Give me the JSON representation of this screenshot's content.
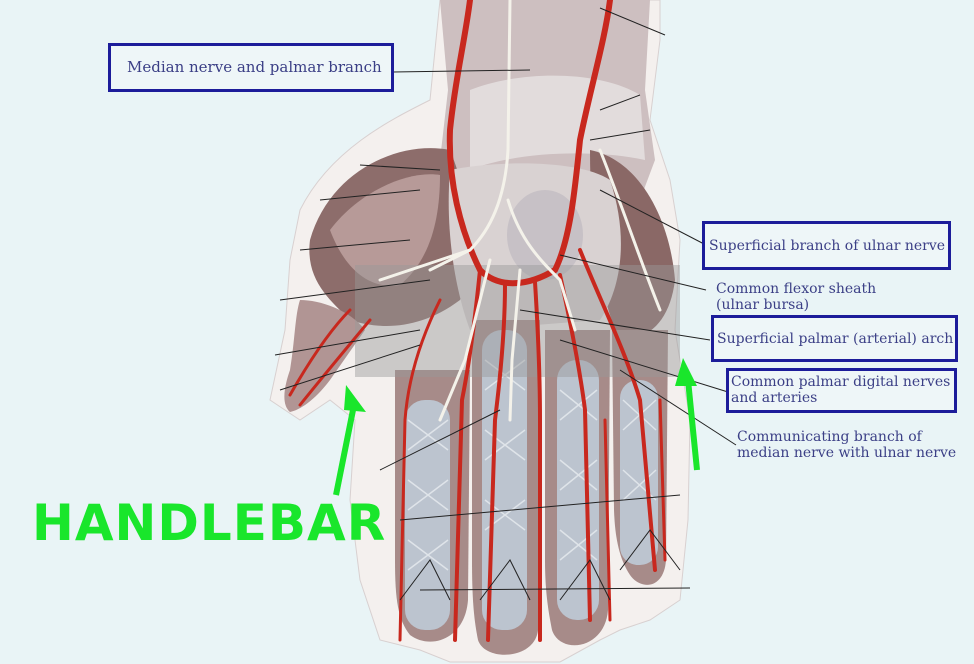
{
  "labels": {
    "median_nerve": "Median nerve and palmar branch",
    "superficial_ulnar": "Superficial branch of ulnar nerve",
    "flexor_sheath_1": "Common flexor sheath",
    "flexor_sheath_2": "(ulnar bursa)",
    "palmar_arch": "Superficial palmar (arterial) arch",
    "digital_nerves_1": "Common palmar digital nerves",
    "digital_nerves_2": "and arteries",
    "communicating_1": "Communicating branch of",
    "communicating_2": "median nerve with ulnar nerve"
  },
  "annotation": {
    "text": "HANDLEBAR",
    "color": "#19e62b"
  },
  "colors": {
    "box_border": "#1c1c9a",
    "label_text": "#3b3f86",
    "artery": "#c8281e",
    "nerve": "#f4f2ea",
    "tendon": "#bfc6cf",
    "muscle": "#8a6a68",
    "highlight_band": "#9a9a9a"
  }
}
